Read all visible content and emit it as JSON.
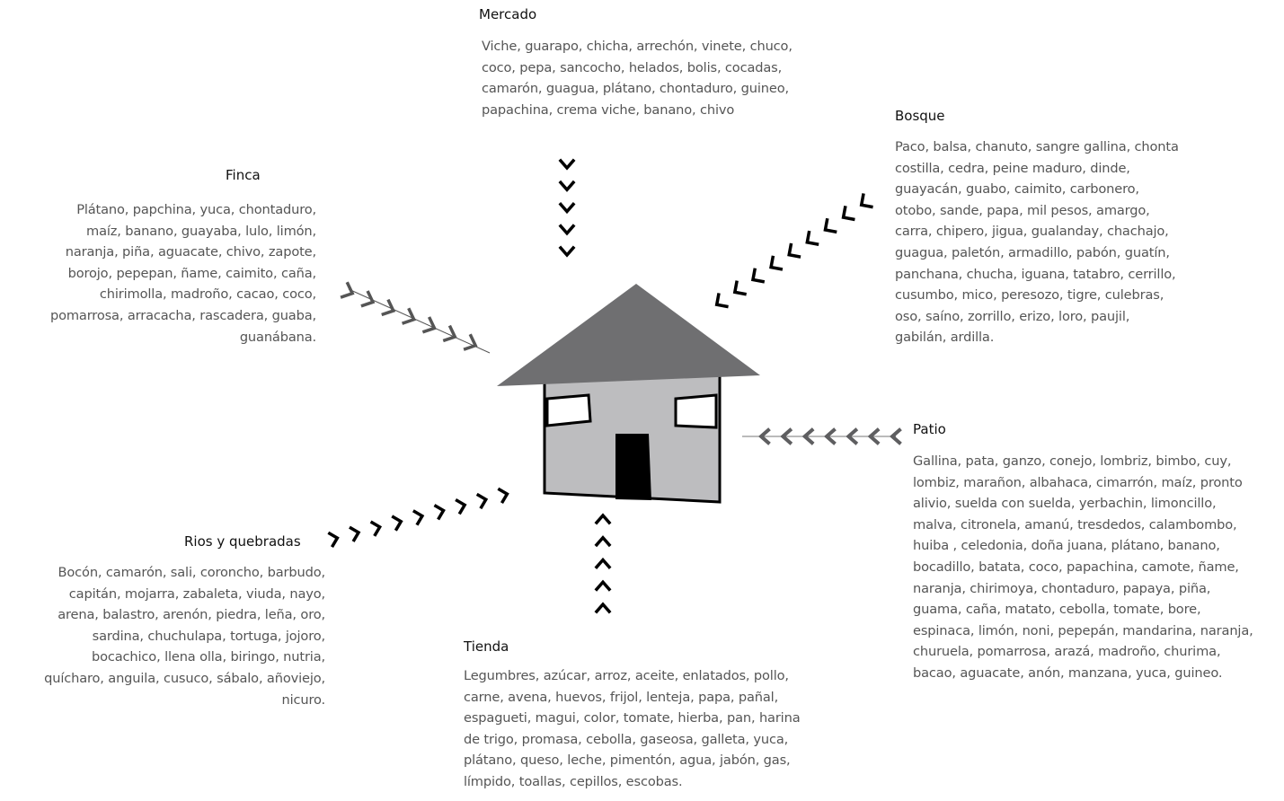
{
  "sources": {
    "mercado": {
      "title": "Mercado",
      "lines": [
        "Viche, guarapo, chicha, arrechón, vinete, chuco,",
        "coco, pepa, sancocho, helados, bolis, cocadas,",
        "camarón, guagua, plátano, chontaduro, guineo,",
        "papachina, crema viche, banano, chivo"
      ]
    },
    "bosque": {
      "title": "Bosque",
      "lines": [
        "Paco, balsa, chanuto, sangre gallina, chonta",
        "costilla, cedra, peine maduro, dinde,",
        "guayacán, guabo, caimito, carbonero,",
        "otobo, sande, papa, mil pesos, amargo,",
        "carra, chipero, jigua, gualanday, chachajo,",
        "guagua, paletón, armadillo, pabón, guatín,",
        "panchana, chucha, iguana, tatabro, cerrillo,",
        "cusumbo, mico, peresozo, tigre, culebras,",
        "oso, saíno, zorrillo, erizo, loro, paujil,",
        "gabilán, ardilla."
      ]
    },
    "finca": {
      "title": "Finca",
      "lines": [
        "Plátano, papchina, yuca, chontaduro,",
        "maíz, banano, guayaba, lulo, limón,",
        "naranja, piña, aguacate, chivo, zapote,",
        "borojo, pepepan, ñame, caimito, caña,",
        "chirimolla, madroño, cacao, coco,",
        "pomarrosa, arracacha, rascadera, guaba,",
        "guanábana."
      ]
    },
    "patio": {
      "title": "Patio",
      "lines": [
        "Gallina, pata, ganzo, conejo, lombriz, bimbo, cuy,",
        "lombiz, marañon, albahaca, cimarrón, maíz, pronto",
        "alivio, suelda con suelda, yerbachin, limoncillo,",
        "malva, citronela, amanú, tresdedos, calambombo,",
        "huiba , celedonia, doña juana, plátano, banano,",
        "bocadillo, batata, coco, papachina, camote, ñame,",
        "naranja, chirimoya, chontaduro, papaya, piña,",
        "guama, caña, matato, cebolla, tomate, bore,",
        "espinaca, limón, noni, pepepán, mandarina, naranja,",
        "churuela, pomarrosa, arazá, madroño, churima,",
        "bacao, aguacate, anón, manzana, yuca, guineo."
      ]
    },
    "rios": {
      "title": "Rios y quebradas",
      "lines": [
        "Bocón, camarón, sali, coroncho, barbudo,",
        "capitán, mojarra, zabaleta, viuda, nayo,",
        "arena, balastro, arenón, piedra, leña, oro,",
        "sardina, chuchulapa, tortuga, jojoro,",
        "bocachico, llena olla, biringo, nutria,",
        "quícharo, anguila, cusuco, sábalo, añoviejo,",
        "nicuro."
      ]
    },
    "tienda": {
      "title": "Tienda",
      "lines": [
        "Legumbres, azúcar, arroz, aceite, enlatados, pollo,",
        "carne, avena, huevos, frijol, lenteja, papa, pañal,",
        "espagueti, magui, color, tomate, hierba, pan, harina",
        "de trigo, promasa, cebolla, gaseosa, galleta, yuca,",
        "plátano, queso, leche, pimentón, agua, jabón, gas,",
        "límpido, toallas, cepillos, escobas."
      ]
    }
  },
  "colors": {
    "roof": "#6f6f71",
    "wall": "#bdbdbf",
    "door": "#000000",
    "window": "#ffffff",
    "arrow_black": "#000000",
    "arrow_gray": "#5e5e60",
    "arrow_dark": "#555555",
    "text_body": "#555555"
  }
}
